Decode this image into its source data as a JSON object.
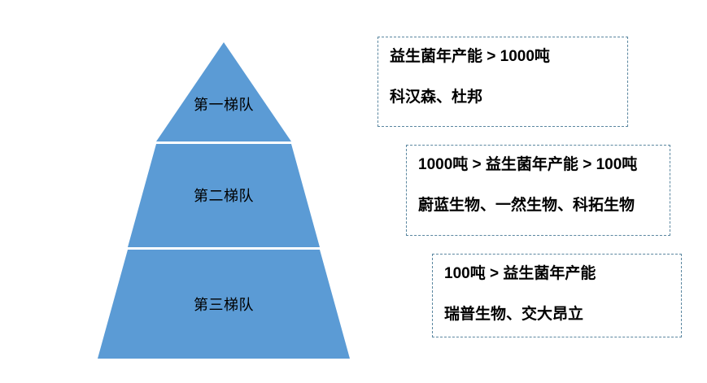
{
  "slide": {
    "background_color": "#ffffff",
    "pyramid_color": "#5b9bd5",
    "divider_color": "#ffffff",
    "callout_border_color": "#5b87a0",
    "text_color": "#000000"
  },
  "pyramid": {
    "name": "probiotics-capacity-tier-pyramid",
    "tiers": [
      {
        "id": "tier-1",
        "label": "第一梯队"
      },
      {
        "id": "tier-2",
        "label": "第二梯队"
      },
      {
        "id": "tier-3",
        "label": "第三梯队"
      }
    ]
  },
  "callouts": [
    {
      "id": "callout-1",
      "criteria": "益生菌年产能 > 1000吨",
      "companies": "科汉森、杜邦"
    },
    {
      "id": "callout-2",
      "criteria": "1000吨 > 益生菌年产能 > 100吨",
      "companies": "蔚蓝生物、一然生物、科拓生物"
    },
    {
      "id": "callout-3",
      "criteria": "100吨 > 益生菌年产能",
      "companies": "瑞普生物、交大昂立"
    }
  ]
}
